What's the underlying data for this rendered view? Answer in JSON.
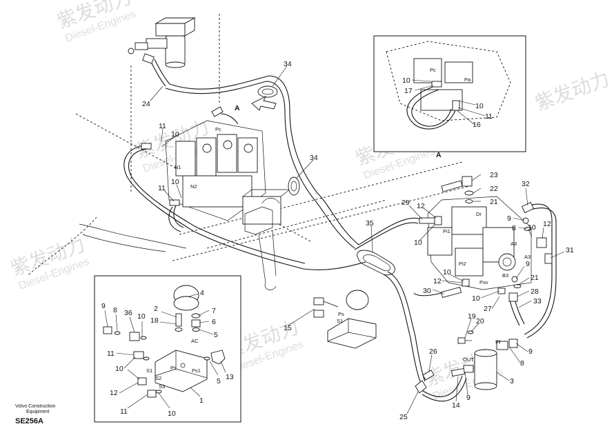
{
  "watermark": {
    "brand": "紫发动力",
    "subtitle": "Diesel-Engines"
  },
  "footer": {
    "brand_line1": "Volvo Construction",
    "brand_line2": "Equipment",
    "code": "SE256A"
  },
  "view_markers": {
    "arrow_label": "A",
    "inset_label": "A"
  },
  "callouts": {
    "c24": "24",
    "c34a": "34",
    "c34b": "34",
    "c11a": "11",
    "c10a": "10",
    "c10b": "10",
    "c11b": "11",
    "c35": "35",
    "c15": "15",
    "i_10": "10",
    "i_17": "17",
    "i_10b": "10",
    "i_11": "11",
    "i_16": "16",
    "r23": "23",
    "r22": "22",
    "r21a": "21",
    "r29": "29",
    "r12a": "12",
    "r10a": "10",
    "r32": "32",
    "r9a": "9",
    "r10b": "10",
    "r8a": "8",
    "r12b": "12",
    "r31": "31",
    "r9b": "9",
    "r21b": "21",
    "r12c": "12",
    "r10c": "10",
    "r28": "28",
    "r30": "30",
    "r10d": "10",
    "r27": "27",
    "r33": "33",
    "r19": "19",
    "r20": "20",
    "r9c": "9",
    "r8b": "8",
    "r26": "26",
    "r3": "3",
    "r14": "14",
    "r9d": "9",
    "r25": "25",
    "d4": "4",
    "d9": "9",
    "d8": "8",
    "d36": "36",
    "d10a": "10",
    "d2": "2",
    "d18": "18",
    "d7": "7",
    "d6": "6",
    "d5a": "5",
    "d11a": "11",
    "d10b": "10",
    "d5b": "5",
    "d13": "13",
    "d12": "12",
    "d11b": "11",
    "d10c": "10",
    "d1": "1"
  },
  "port_labels": {
    "pc": "Pc",
    "n1": "N1",
    "n2": "N2",
    "pc_inset": "Pc",
    "pa_inset": "Pa",
    "dr": "Dr",
    "pi1": "Pi1",
    "pi2": "Pi2",
    "psv": "Psv",
    "a3": "A3",
    "a3b": "A3",
    "b3": "B3",
    "in": "IN",
    "out": "OUT",
    "ps_valve": "Ps",
    "s1_valve": "S1",
    "ac": "AC",
    "ps": "Ps",
    "ps1": "Ps1",
    "s1": "S1",
    "s2": "S2",
    "s3": "S3"
  }
}
